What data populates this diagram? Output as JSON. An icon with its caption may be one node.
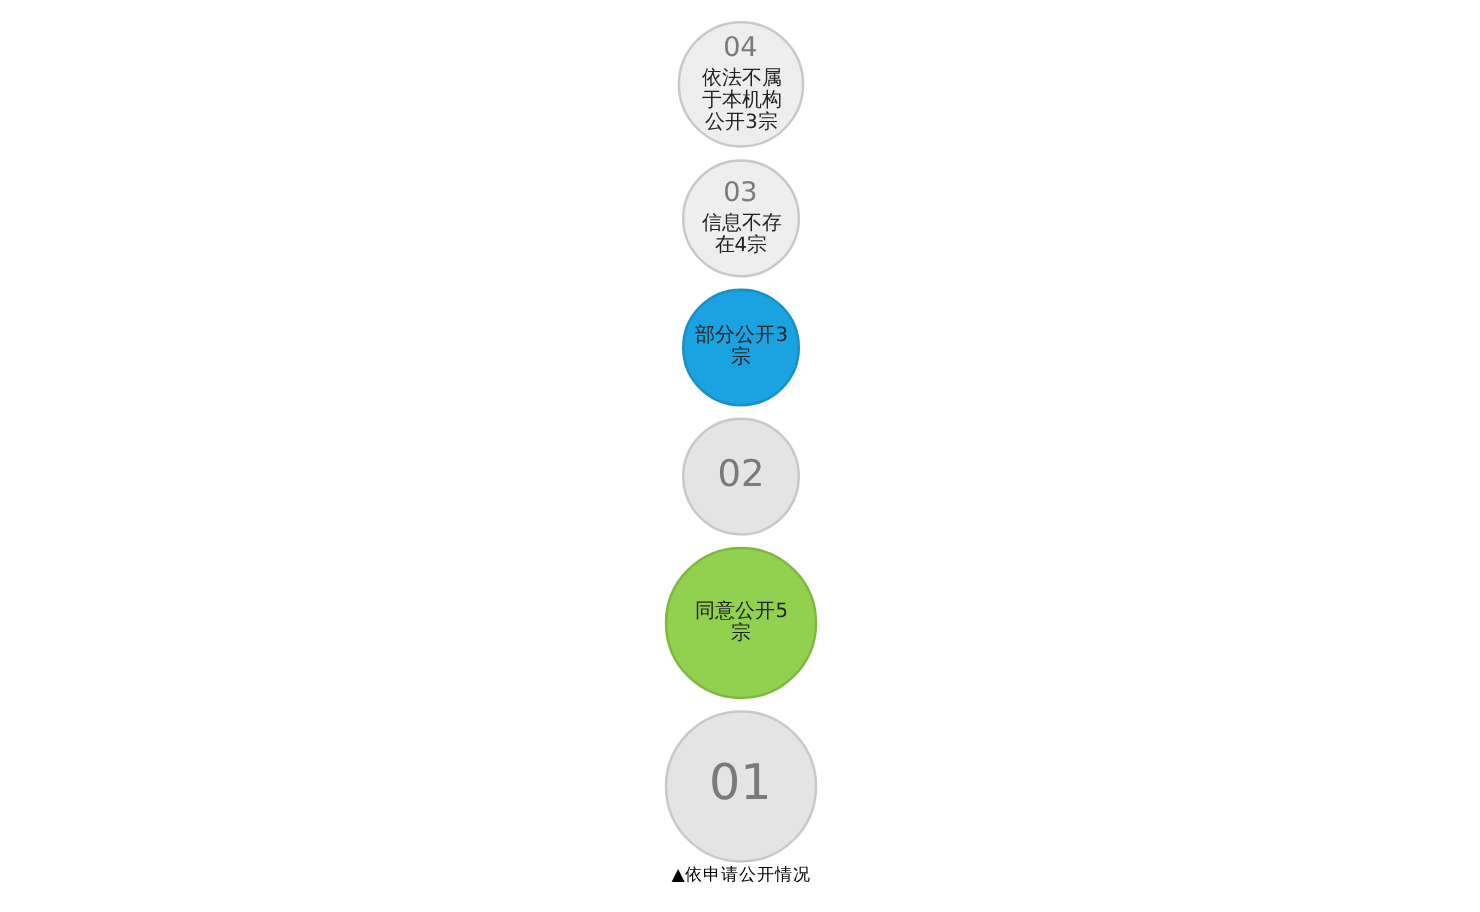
{
  "diagram": {
    "caption": "▲依申请公开情况",
    "nodes": [
      {
        "text": [
          "01"
        ]
      },
      {
        "text": [
          "同意公开5宗"
        ]
      },
      {
        "text": [
          "02"
        ]
      },
      {
        "text": [
          "部分公开3宗"
        ]
      },
      {
        "text": [
          "03",
          "信息不存在4宗"
        ]
      },
      {
        "text": [
          "04",
          "依法不属于本机构公开3宗"
        ]
      }
    ]
  }
}
